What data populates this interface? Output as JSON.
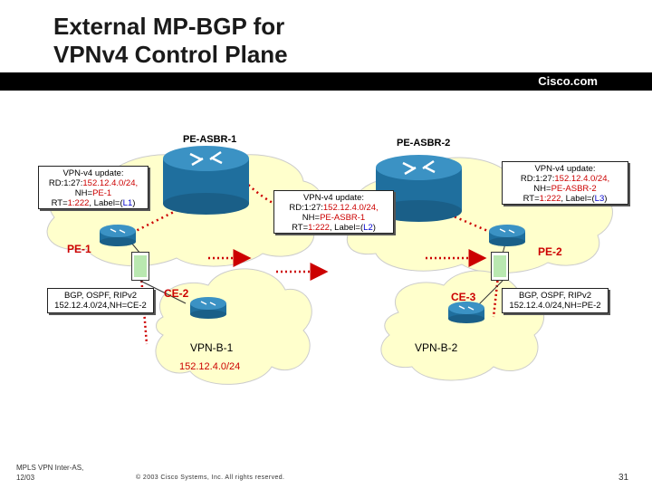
{
  "title": {
    "line1": "External MP-BGP for",
    "line2": "VPNv4 Control Plane"
  },
  "brand": "Cisco.com",
  "nodes": {
    "pe_asbr_1": "PE-ASBR-1",
    "pe_asbr_2": "PE-ASBR-2",
    "pe_1": "PE-1",
    "pe_2": "PE-2",
    "ce_2": "CE-2",
    "ce_3": "CE-3",
    "vpn_b_1": "VPN-B-1",
    "vpn_b_2": "VPN-B-2",
    "prefix": "152.12.4.0/24"
  },
  "update_left": {
    "line1": "VPN-v4 update:",
    "rd_prefix": "RD:1:27:",
    "rd_value": "152.12.4.0/24,",
    "nh_prefix": "NH=",
    "nh_value": "PE-1",
    "rt_prefix": "RT=",
    "rt_value": "1:222",
    "label_prefix": ", Label=(",
    "label_value": "L1",
    "label_suffix": ")"
  },
  "update_middle": {
    "line1": "VPN-v4 update:",
    "rd_prefix": "RD:1:27:",
    "rd_value": "152.12.4.0/24,",
    "nh_prefix": "NH=",
    "nh_value": "PE-ASBR-1",
    "rt_prefix": "RT=",
    "rt_value": "1:222",
    "label_prefix": ", Label=(",
    "label_value": "L2",
    "label_suffix": ")"
  },
  "update_right": {
    "line1": "VPN-v4 update:",
    "rd_prefix": "RD:1:27:",
    "rd_value": "152.12.4.0/24,",
    "nh_prefix": "NH=",
    "nh_value": "PE-ASBR-2",
    "rt_prefix": "RT=",
    "rt_value": "1:222",
    "label_prefix": ", Label=(",
    "label_value": "L3",
    "label_suffix": ")"
  },
  "bgp_left": {
    "line1": "BGP, OSPF, RIPv2",
    "line2": "152.12.4.0/24,NH=CE-2"
  },
  "bgp_right": {
    "line1": "BGP, OSPF, RIPv2",
    "line2": "152.12.4.0/24,NH=PE-2"
  },
  "footer": {
    "course_line1": "MPLS VPN Inter-AS,",
    "course_line2": "12/03",
    "copyright": "© 2003 Cisco Systems, Inc. All rights reserved.",
    "page": "31"
  },
  "colors": {
    "accent_red": "#cc0000",
    "label_blue": "#0000cc",
    "cloud_yellow": "#ffffcc",
    "router_blue": "#1f6f9e"
  },
  "icons": [
    "router-icon",
    "cloud-icon",
    "arrow-icon"
  ]
}
